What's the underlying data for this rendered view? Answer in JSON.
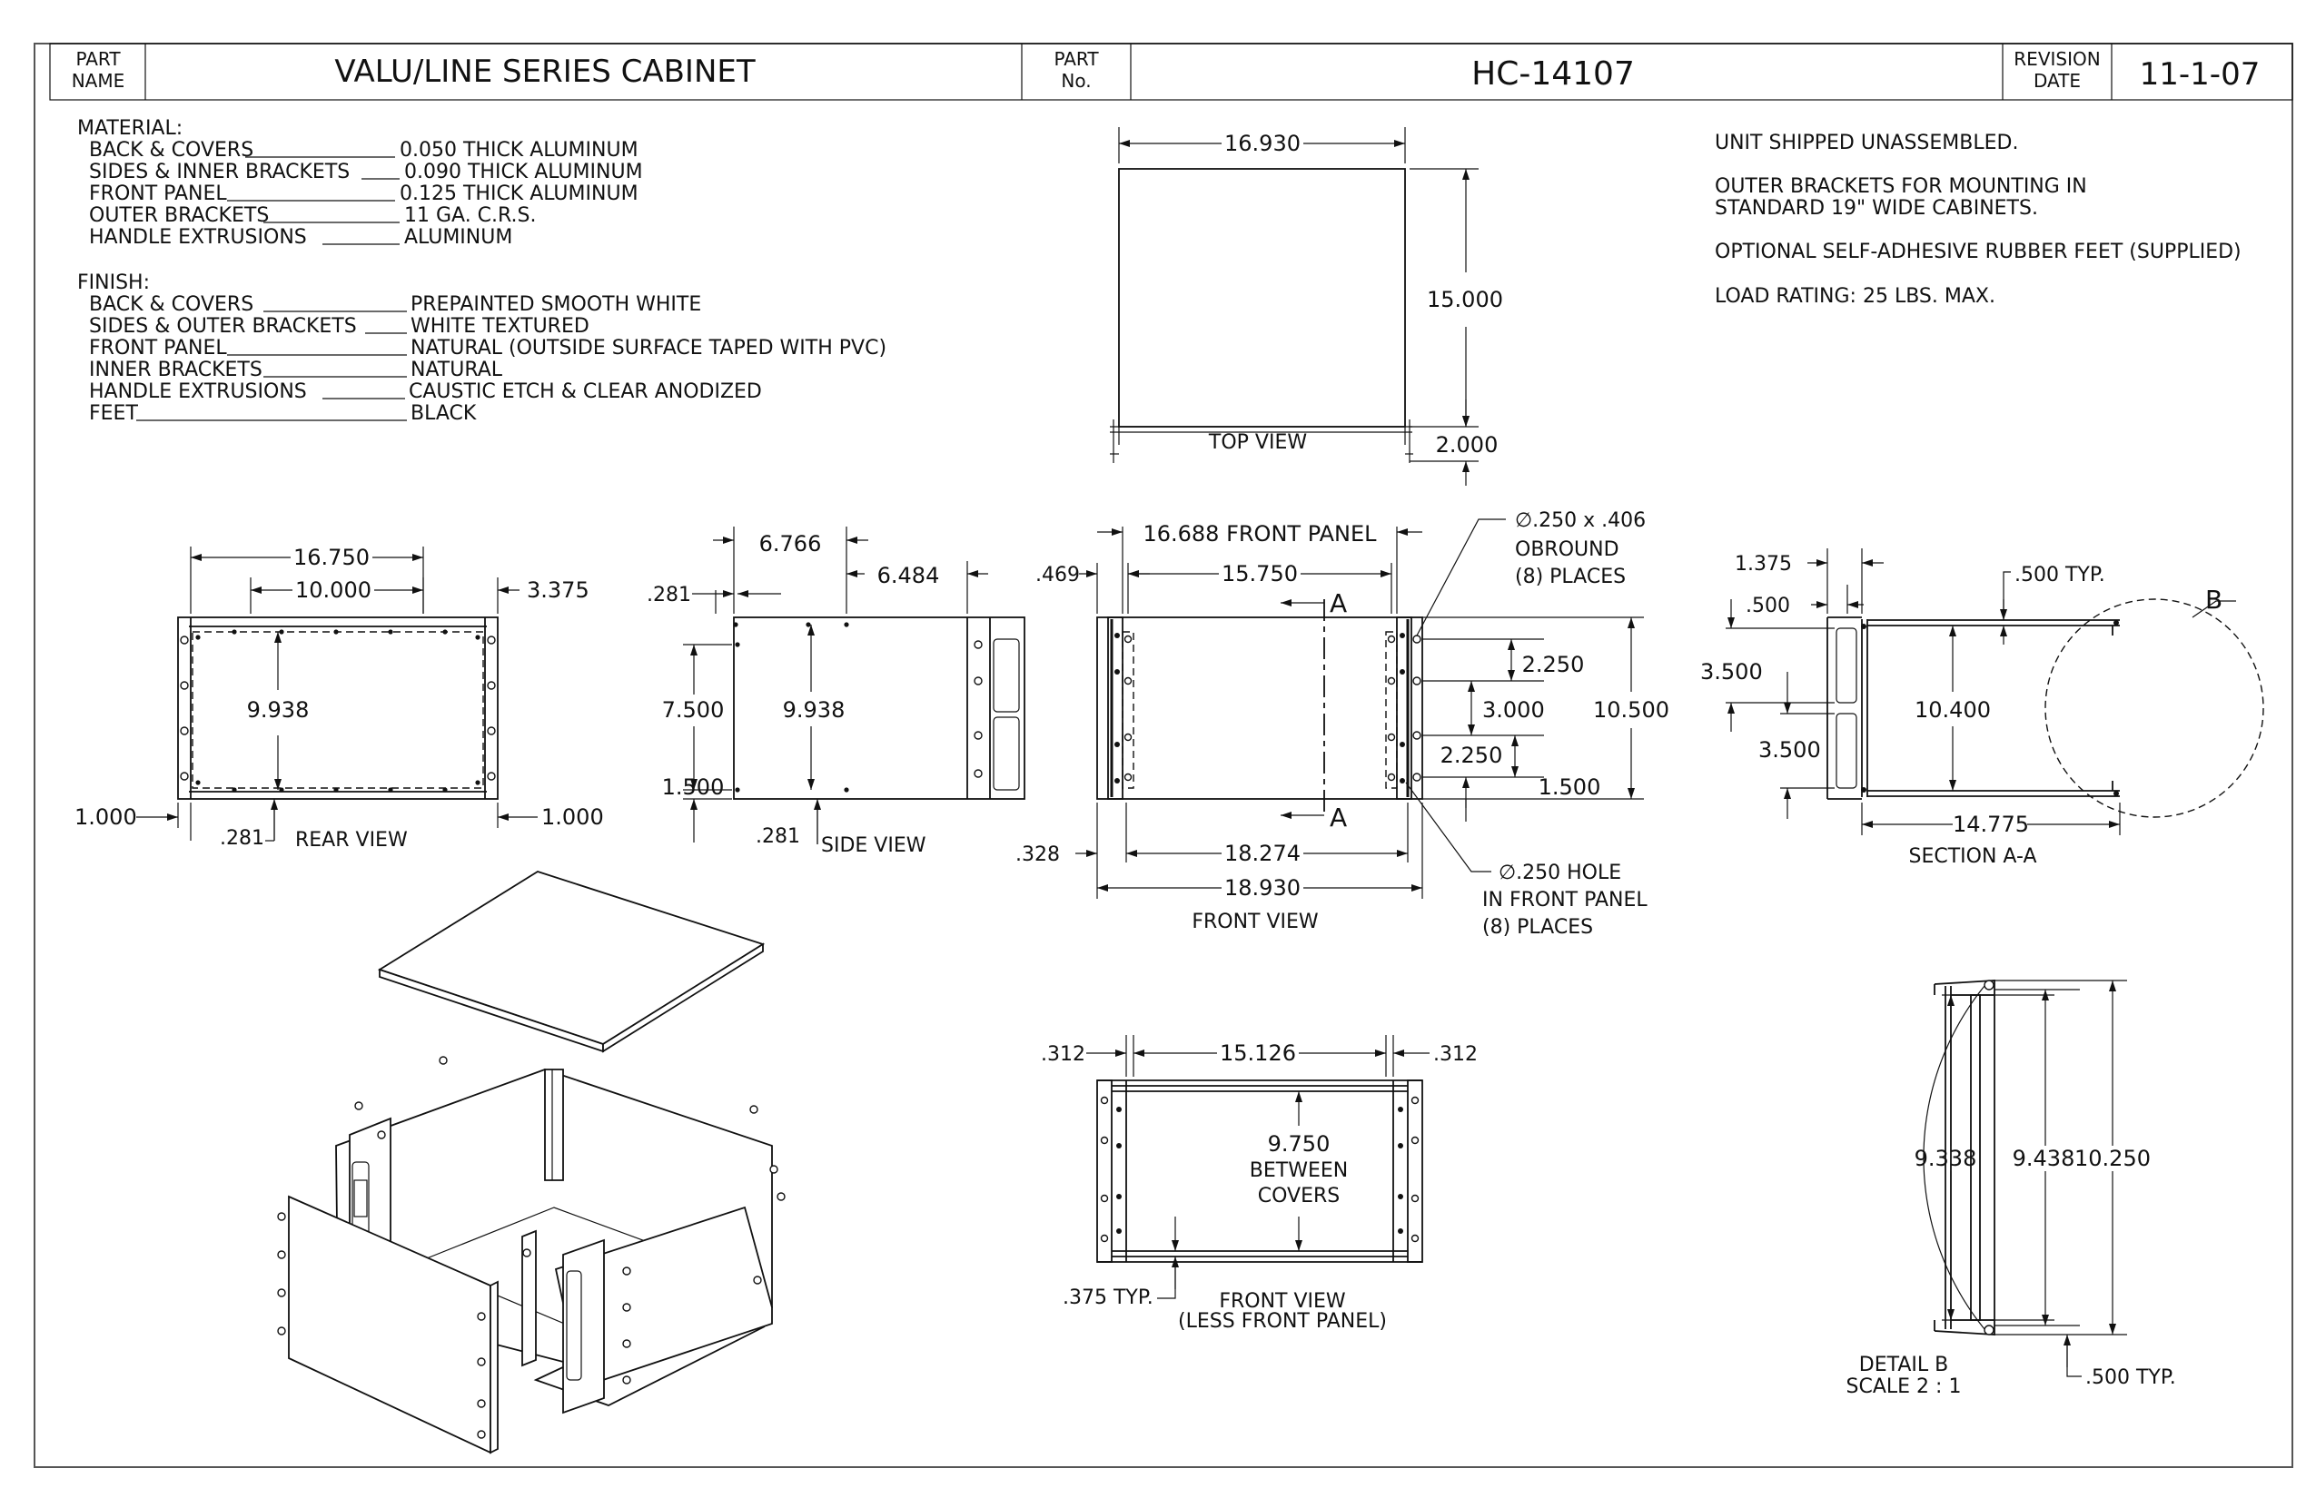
{
  "title_block": {
    "part_name_label_1": "PART",
    "part_name_label_2": "NAME",
    "part_name": "VALU/LINE SERIES CABINET",
    "part_no_label_1": "PART",
    "part_no_label_2": "No.",
    "part_no": "HC-14107",
    "revision_label_1": "REVISION",
    "revision_label_2": "DATE",
    "revision_date": "11-1-07"
  },
  "material": {
    "heading": "MATERIAL:",
    "rows": [
      {
        "item": "BACK & COVERS",
        "value": "0.050 THICK ALUMINUM"
      },
      {
        "item": "SIDES & INNER BRACKETS",
        "value": "0.090 THICK ALUMINUM"
      },
      {
        "item": "FRONT PANEL",
        "value": "0.125 THICK ALUMINUM"
      },
      {
        "item": "OUTER BRACKETS",
        "value": "11 GA. C.R.S."
      },
      {
        "item": "HANDLE EXTRUSIONS",
        "value": "ALUMINUM"
      }
    ]
  },
  "finish": {
    "heading": "FINISH:",
    "rows": [
      {
        "item": "BACK & COVERS",
        "value": "PREPAINTED SMOOTH WHITE"
      },
      {
        "item": "SIDES & OUTER BRACKETS",
        "value": "WHITE TEXTURED"
      },
      {
        "item": "FRONT PANEL",
        "value": "NATURAL (OUTSIDE SURFACE TAPED WITH PVC)"
      },
      {
        "item": "INNER BRACKETS",
        "value": "NATURAL"
      },
      {
        "item": "HANDLE EXTRUSIONS",
        "value": "CAUSTIC ETCH & CLEAR ANODIZED"
      },
      {
        "item": "FEET",
        "value": "BLACK"
      }
    ]
  },
  "notes": [
    "UNIT SHIPPED UNASSEMBLED.",
    "OUTER BRACKETS FOR MOUNTING IN",
    "STANDARD 19\" WIDE CABINETS.",
    "OPTIONAL SELF-ADHESIVE RUBBER FEET (SUPPLIED)",
    "LOAD RATING:  25 LBS. MAX."
  ],
  "top_view": {
    "label": "TOP VIEW",
    "width": "16.930",
    "depth": "15.000",
    "handle": "2.000"
  },
  "rear_view": {
    "label": "REAR VIEW",
    "overall": "16.750",
    "hole_span": "10.000",
    "right_off": "3.375",
    "height": "9.938",
    "left_edge": "1.000",
    "right_edge": "1.000",
    "inset": ".281"
  },
  "side_view": {
    "label": "SIDE VIEW",
    "d1": "6.766",
    "d2": "6.484",
    "left": ".281",
    "h1": "7.500",
    "h2": "9.938",
    "bottom": "1.500",
    "inset": ".281"
  },
  "front_view": {
    "label": "FRONT VIEW",
    "panel": "16.688 FRONT PANEL",
    "hole_span": "15.750",
    "left_off": ".469",
    "obround_1": "∅.250 x .406",
    "obround_2": "OBROUND",
    "obround_3": "(8) PLACES",
    "section": "A",
    "d_225a": "2.250",
    "d_3000": "3.000",
    "d_225b": "2.250",
    "d_1500": "1.500",
    "height": "10.500",
    "left_edge": ".328",
    "inner": "18.274",
    "overall": "18.930",
    "hole_1": "∅.250 HOLE",
    "hole_2": "IN FRONT PANEL",
    "hole_3": "(8) PLACES"
  },
  "section_aa": {
    "label": "SECTION A-A",
    "d_1375": "1.375",
    "d_500": ".500",
    "typ": ".500 TYP.",
    "detail": "B",
    "h_top": "3.500",
    "h_bot": "3.500",
    "height": "10.400",
    "depth": "14.775"
  },
  "front_less": {
    "label_1": "FRONT VIEW",
    "label_2": "(LESS FRONT PANEL)",
    "left": ".312",
    "span": "15.126",
    "right": ".312",
    "between_1": "9.750",
    "between_2": "BETWEEN",
    "between_3": "COVERS",
    "typ": ".375 TYP."
  },
  "detail_b": {
    "label_1": "DETAIL B",
    "label_2": "SCALE 2 : 1",
    "d1": "9.338",
    "d2": "9.438",
    "d3": "10.250",
    "typ": ".500 TYP."
  }
}
